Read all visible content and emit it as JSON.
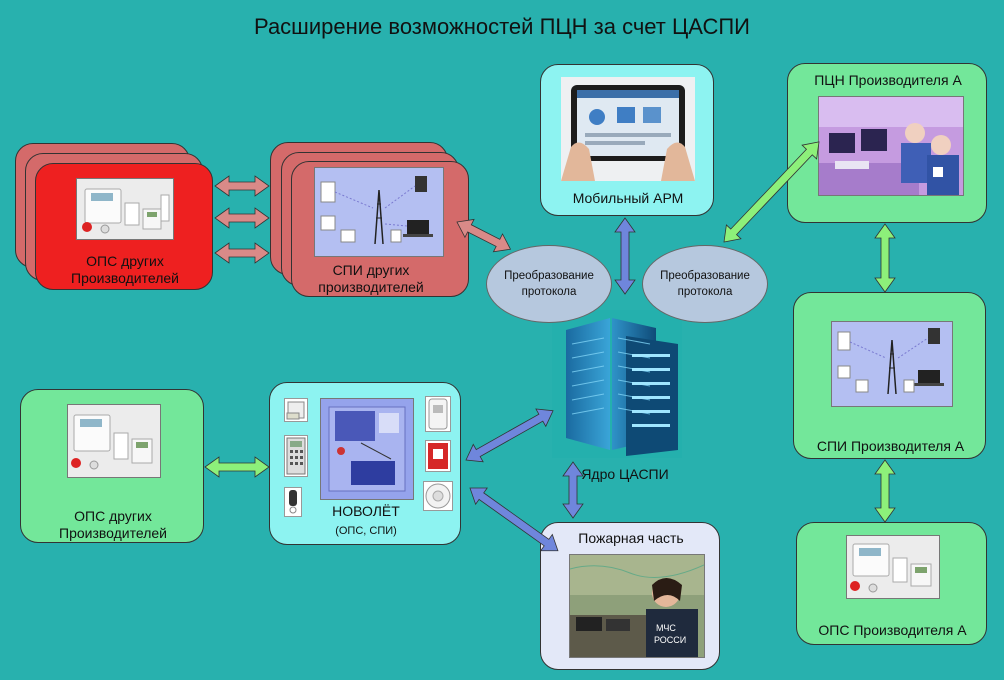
{
  "title": "Расширение возможностей ПЦН за счет ЦАСПИ",
  "nodes": {
    "ops_other_red": {
      "label_line1": "ОПС других",
      "label_line2": "Производителей"
    },
    "spi_other_red": {
      "label_line1": "СПИ других",
      "label_line2": "производителей"
    },
    "mobile_arm": {
      "label": "Мобильный АРМ"
    },
    "pcn_a": {
      "label": "ПЦН Производителя А"
    },
    "spi_a": {
      "label": "СПИ Производителя А"
    },
    "ops_a": {
      "label": "ОПС  Производителя А"
    },
    "ops_other_green": {
      "label_line1": "ОПС других",
      "label_line2": "Производителей"
    },
    "novolet": {
      "label": "НОВОЛЁТ",
      "sublabel": "(ОПС, СПИ)"
    },
    "core": {
      "label": "Ядро ЦАСПИ"
    },
    "fire_dept": {
      "label": "Пожарная часть",
      "badge_line1": "МЧС",
      "badge_line2": "РОССИ"
    },
    "conv_left": {
      "line1": "Преобразование",
      "line2": "протокола"
    },
    "conv_right": {
      "line1": "Преобразование",
      "line2": "протокола"
    }
  },
  "colors": {
    "background": "#28b1ae",
    "green_box": "#73e79a",
    "cyan_box": "#8df3f1",
    "red_box": "#ee2020",
    "arrow_green": "#8df07a",
    "arrow_blue": "#6f86dc",
    "arrow_pink": "#d98a88"
  },
  "connections": [
    {
      "from": "ops_other_red",
      "to": "spi_other_red",
      "color": "pink",
      "count": 3
    },
    {
      "from": "spi_other_red",
      "to": "conv_left",
      "color": "pink"
    },
    {
      "from": "mobile_arm",
      "to": "core",
      "color": "blue"
    },
    {
      "from": "conv_right",
      "to": "pcn_a",
      "color": "green"
    },
    {
      "from": "pcn_a",
      "to": "spi_a",
      "color": "green"
    },
    {
      "from": "spi_a",
      "to": "ops_a",
      "color": "green"
    },
    {
      "from": "ops_other_green",
      "to": "novolet",
      "color": "green"
    },
    {
      "from": "novolet",
      "to": "core",
      "color": "blue"
    },
    {
      "from": "novolet",
      "to": "fire_dept",
      "color": "blue"
    },
    {
      "from": "core",
      "to": "fire_dept",
      "color": "blue"
    }
  ]
}
